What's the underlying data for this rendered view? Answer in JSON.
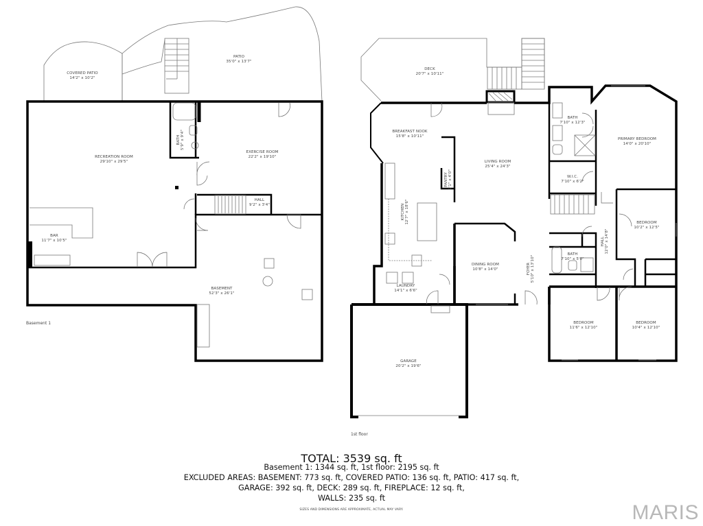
{
  "floors": {
    "basement": {
      "label": "Basement 1",
      "rooms": [
        {
          "id": "covered-patio",
          "name": "COVERED PATIO",
          "dims": "14'2\" x 10'2\""
        },
        {
          "id": "patio",
          "name": "PATIO",
          "dims": "35'0\" x 13'7\""
        },
        {
          "id": "recreation-room",
          "name": "RECREATION ROOM",
          "dims": "29'10\" x 29'5\""
        },
        {
          "id": "bath",
          "name": "BATH",
          "dims": "5'9\" x 9'4\""
        },
        {
          "id": "exercise-room",
          "name": "EXERCISE ROOM",
          "dims": "22'2\" x 19'10\""
        },
        {
          "id": "hall",
          "name": "HALL",
          "dims": "9'2\" x 3'4\""
        },
        {
          "id": "bar",
          "name": "BAR",
          "dims": "11'7\" x 10'5\""
        },
        {
          "id": "basement",
          "name": "BASEMENT",
          "dims": "52'3\" x 26'1\""
        }
      ]
    },
    "first": {
      "label": "1st floor",
      "rooms": [
        {
          "id": "deck",
          "name": "DECK",
          "dims": "20'7\" x 10'11\""
        },
        {
          "id": "breakfast-nook",
          "name": "BREAKFAST NOOK",
          "dims": "15'8\" x 10'11\""
        },
        {
          "id": "living-room",
          "name": "LIVING ROOM",
          "dims": "25'4\" x 24'3\""
        },
        {
          "id": "pantry",
          "name": "PANTRY",
          "dims": "1'1\" x 4'0\""
        },
        {
          "id": "kitchen",
          "name": "KITCHEN",
          "dims": "12'7\" x 18'6\""
        },
        {
          "id": "bath-primary",
          "name": "BATH",
          "dims": "7'10\" x 12'3\""
        },
        {
          "id": "primary-bedroom",
          "name": "PRIMARY BEDROOM",
          "dims": "14'0\" x 20'10\""
        },
        {
          "id": "wic",
          "name": "W.I.C.",
          "dims": "7'10\" x 6'2\""
        },
        {
          "id": "bedroom-1",
          "name": "BEDROOM",
          "dims": "10'2\" x 12'5\""
        },
        {
          "id": "hall",
          "name": "HALL",
          "dims": "12'0\" x 14'8\""
        },
        {
          "id": "bath-2",
          "name": "BATH",
          "dims": "7'10\" x 5'0\""
        },
        {
          "id": "dining-room",
          "name": "DINING ROOM",
          "dims": "10'8\" x 14'0\""
        },
        {
          "id": "foyer",
          "name": "FOYER",
          "dims": "5'10\" x 13'10\""
        },
        {
          "id": "laundry",
          "name": "LAUNDRY",
          "dims": "14'1\" x 6'6\""
        },
        {
          "id": "bedroom-2",
          "name": "BEDROOM",
          "dims": "11'6\" x 12'10\""
        },
        {
          "id": "bedroom-3",
          "name": "BEDROOM",
          "dims": "10'4\" x 12'10\""
        },
        {
          "id": "garage",
          "name": "GARAGE",
          "dims": "20'2\" x 19'6\""
        }
      ]
    }
  },
  "summary": {
    "total": "TOTAL: 3539 sq. ft",
    "lines": [
      "Basement 1: 1344 sq. ft, 1st floor: 2195 sq. ft",
      "EXCLUDED AREAS: BASEMENT: 773 sq. ft, COVERED PATIO: 136 sq. ft, PATIO: 417 sq. ft,",
      "GARAGE: 392 sq. ft, DECK: 289 sq. ft, FIREPLACE: 12 sq. ft,",
      "WALLS: 235 sq. ft"
    ],
    "disclaimer": "SIZES AND DIMENSIONS ARE APPROXIMATE, ACTUAL MAY VARY."
  },
  "watermark": "MARIS",
  "colors": {
    "wall": "#000000",
    "line": "#777777",
    "text": "#444444",
    "watermark": "#b8b8b8"
  }
}
